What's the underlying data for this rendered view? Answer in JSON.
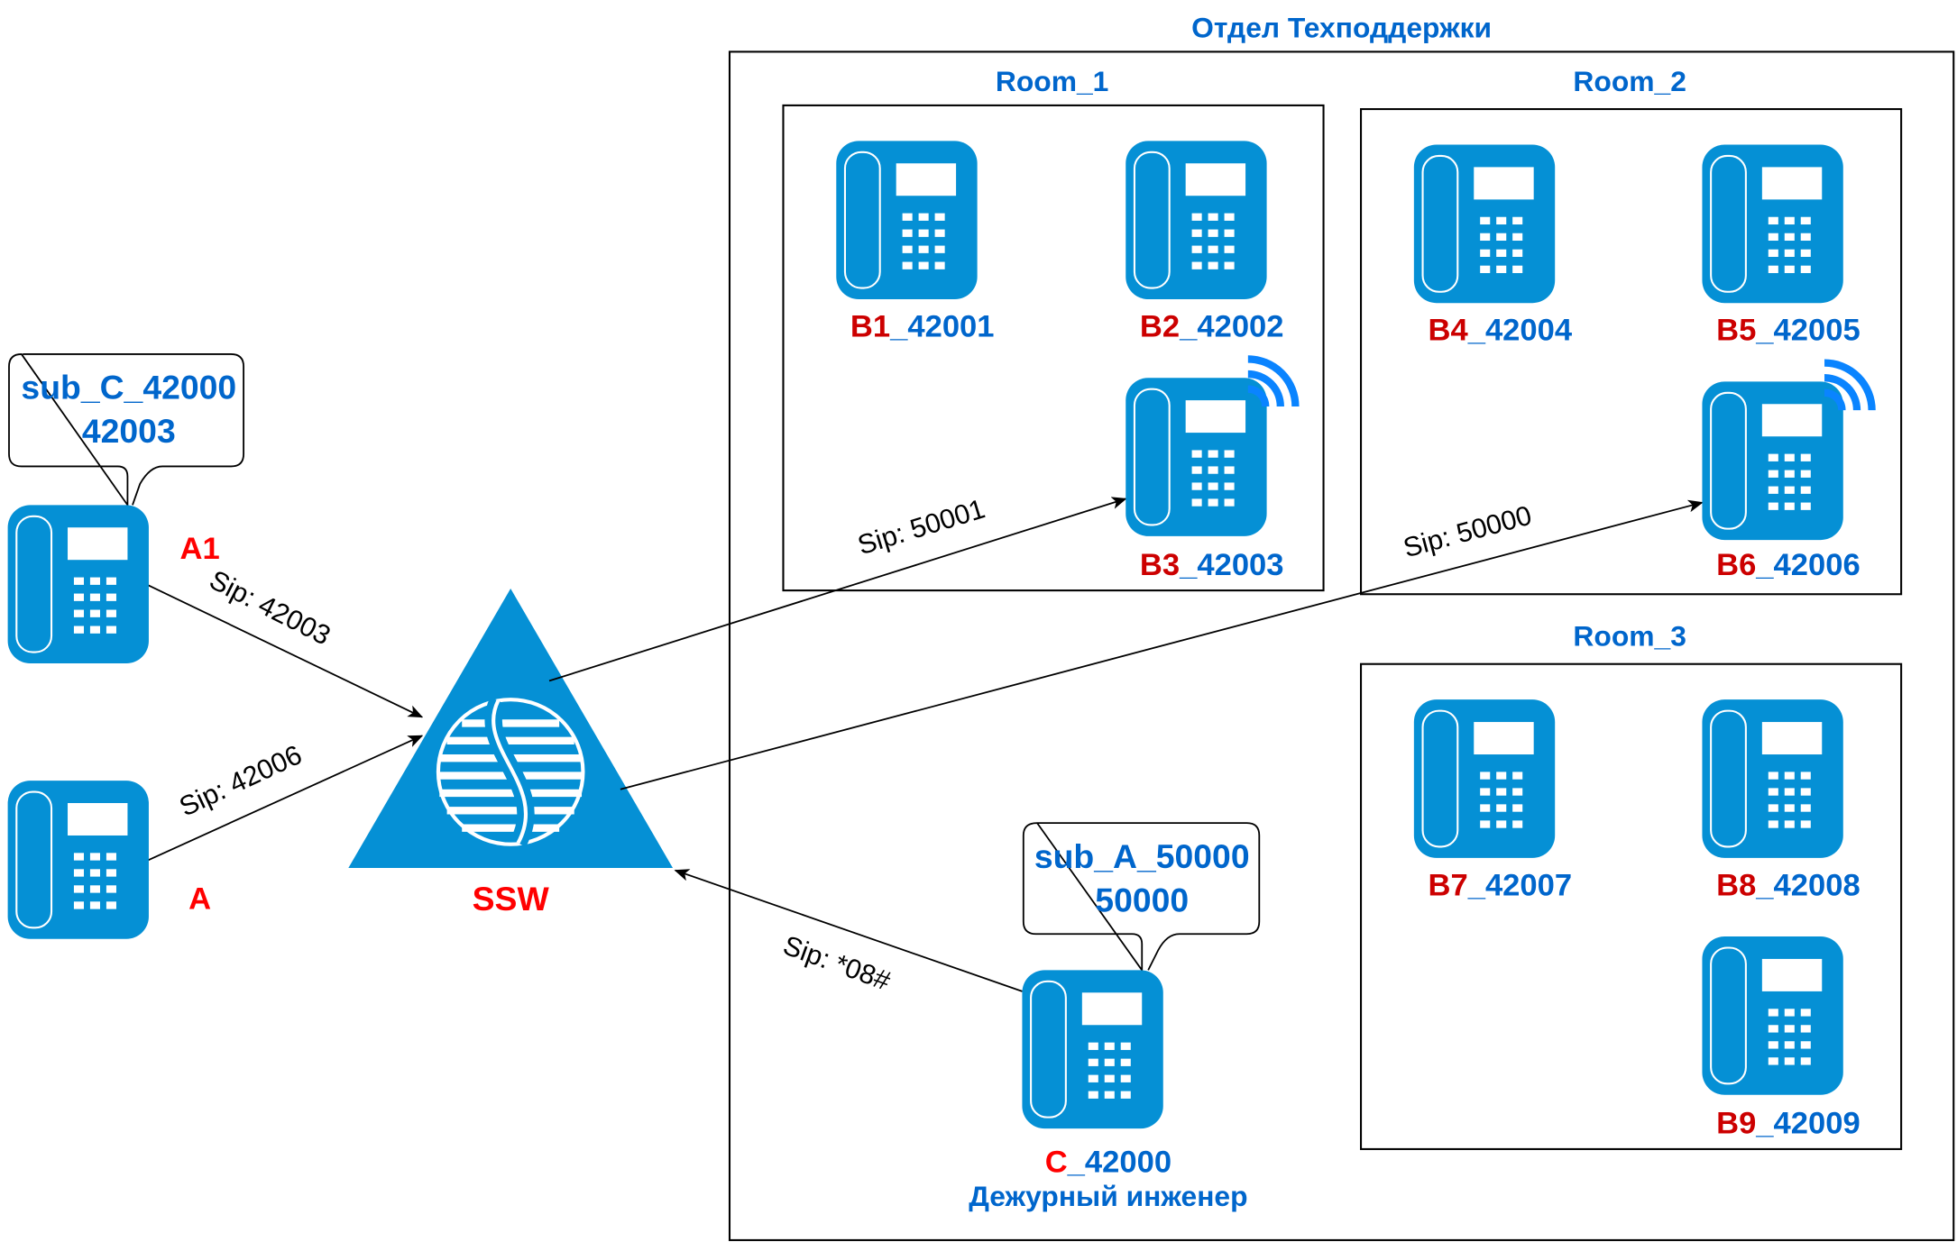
{
  "department": {
    "title": "Отдел Техподдержки"
  },
  "rooms": [
    {
      "label": "Room_1"
    },
    {
      "label": "Room_2"
    },
    {
      "label": "Room_3"
    }
  ],
  "phones": [
    {
      "id": "b1",
      "prefix": "B1",
      "number": "_42001"
    },
    {
      "id": "b2",
      "prefix": "B2",
      "number": "_42002"
    },
    {
      "id": "b3",
      "prefix": "B3",
      "number": "_42003",
      "wireless": true
    },
    {
      "id": "b4",
      "prefix": "B4",
      "number": "_42004"
    },
    {
      "id": "b5",
      "prefix": "B5",
      "number": "_42005"
    },
    {
      "id": "b6",
      "prefix": "B6",
      "number": "_42006",
      "wireless": true
    },
    {
      "id": "b7",
      "prefix": "B7",
      "number": "_42007"
    },
    {
      "id": "b8",
      "prefix": "B8",
      "number": "_42008"
    },
    {
      "id": "b9",
      "prefix": "B9",
      "number": "_42009"
    },
    {
      "id": "c",
      "prefix": "C",
      "number": "_42000",
      "role": "Дежурный инженер"
    },
    {
      "id": "a1",
      "prefix": "A1",
      "number": ""
    },
    {
      "id": "a",
      "prefix": "A",
      "number": ""
    }
  ],
  "callouts": [
    {
      "line1": "sub_C_42000",
      "line2": "42003"
    },
    {
      "line1": "sub_A_50000",
      "line2": "50000"
    }
  ],
  "switch": {
    "label": "SSW"
  },
  "links": [
    {
      "label": "Sip: 42003"
    },
    {
      "label": "Sip: 42006"
    },
    {
      "label": "Sip: 50001"
    },
    {
      "label": "Sip: 50000"
    },
    {
      "label": "Sip: *08#"
    }
  ],
  "colors": {
    "device": "#0590d5",
    "wifi": "#0a84ff",
    "label_blue": "#0066cc",
    "label_red": "#cc0000",
    "endpoint_red": "#ff0000"
  }
}
